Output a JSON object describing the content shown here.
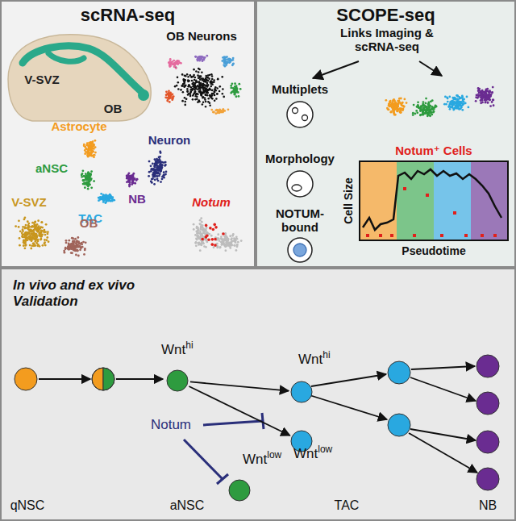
{
  "diagram": {
    "nodes": [
      {
        "text": [
          "scRNA-seq"
        ]
      },
      {
        "text": [
          "SCOPE-seq"
        ]
      },
      {
        "text": [
          "In vivo and ex vivo Validation"
        ]
      },
      {
        "text": [
          "Wnt",
          "hi"
        ],
        "in": 2
      },
      {
        "text": [
          "Wnt",
          "low"
        ],
        "in": 2
      },
      {
        "text": [
          "Wnt",
          "hi"
        ],
        "in": 2
      },
      {
        "text": [
          "Wnt",
          "low"
        ],
        "in": 2
      }
    ],
    "edges": [
      {
        "from": 3,
        "to": 5,
        "arrow": "to"
      },
      {
        "from": 3,
        "to": 6,
        "arrow": "to"
      }
    ],
    "labels": [
      "V-SVZ",
      "OB",
      "OB Neurons",
      "Astrocyte",
      "aNSC",
      "Neuron",
      "TAC",
      "NB",
      "Notum",
      "V-SVZ",
      "OB",
      "Links Imaging & scRNA-seq",
      "Multiplets",
      "Morphology",
      "NOTUM-bound",
      "Notum⁺ Cells",
      "Cell Size",
      "Pseudotime",
      "Notum",
      "qNSC",
      "aNSC",
      "TAC",
      "NB"
    ]
  }
}
